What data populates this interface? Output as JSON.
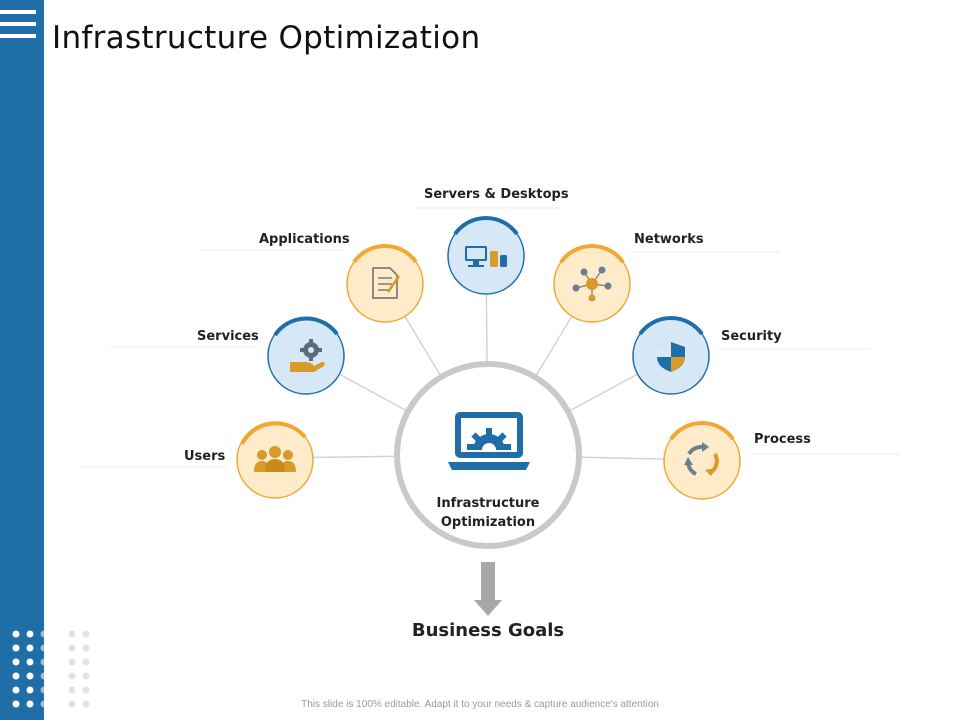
{
  "title": "Infrastructure Optimization",
  "center": {
    "line1": "Infrastructure",
    "line2": "Optimization",
    "icon": "laptop-gear-icon"
  },
  "nodes": [
    {
      "label": "Users",
      "icon": "users-icon",
      "color": "#f0a832"
    },
    {
      "label": "Services",
      "icon": "hand-gear-icon",
      "color": "#1f6ea8"
    },
    {
      "label": "Applications",
      "icon": "document-pen-icon",
      "color": "#f0a832"
    },
    {
      "label": "Servers & Desktops",
      "icon": "devices-icon",
      "color": "#1f6ea8"
    },
    {
      "label": "Networks",
      "icon": "network-icon",
      "color": "#f0a832"
    },
    {
      "label": "Security",
      "icon": "shield-icon",
      "color": "#1f6ea8"
    },
    {
      "label": "Process",
      "icon": "cycle-arrows-icon",
      "color": "#f0a832"
    }
  ],
  "goal": "Business Goals",
  "footer": "This slide is 100% editable. Adapt it to your needs & capture audience's attention",
  "colors": {
    "accent_blue": "#1f6ea8",
    "accent_orange": "#f0a832",
    "blue_fill": "#d6e8f6",
    "orange_fill": "#fdebc9"
  }
}
